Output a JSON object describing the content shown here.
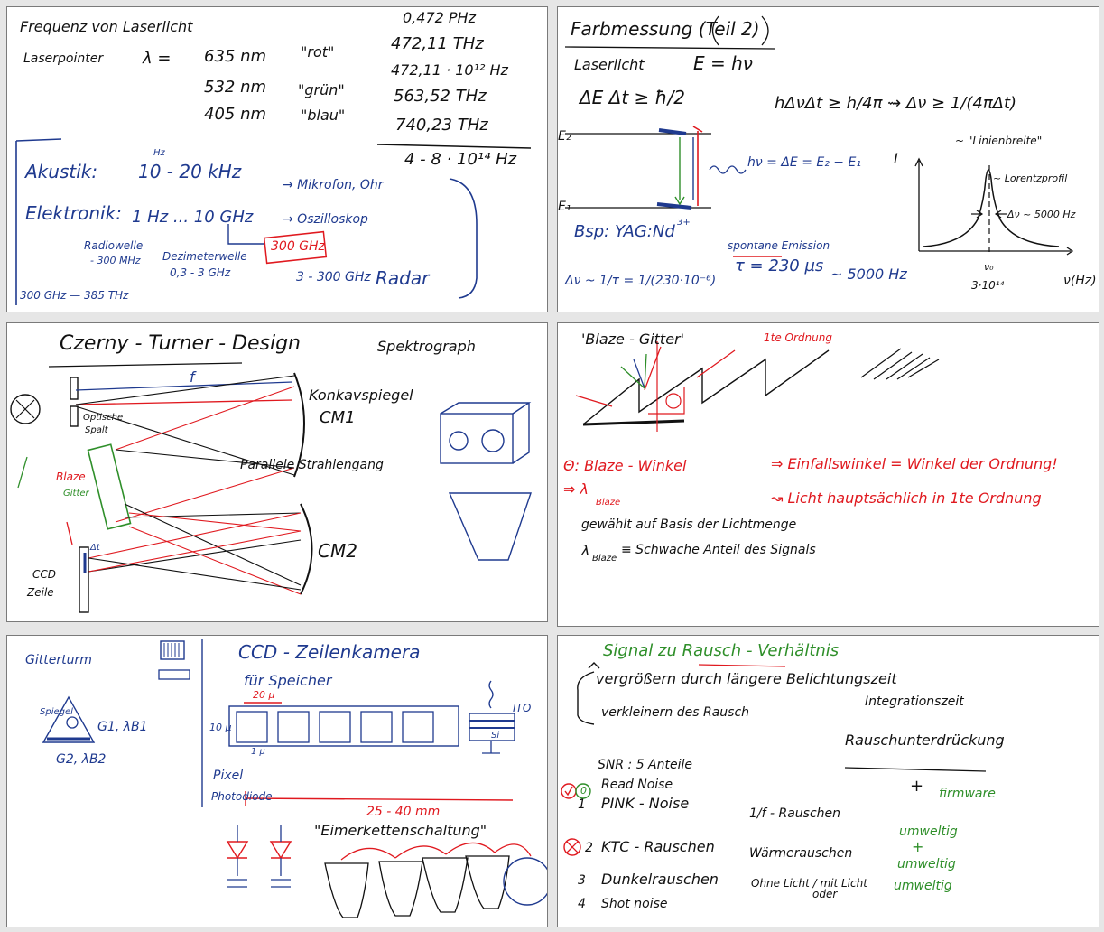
{
  "slides": {
    "s1": {
      "title": "Frequenz von Laserlicht",
      "laserpointer": "Laserpointer",
      "lambda": "λ =",
      "wl_635": "635 nm",
      "wl_532": "532 nm",
      "wl_405": "405 nm",
      "rot": "\"rot\"",
      "gruen": "\"grün\"",
      "blau": "\"blau\"",
      "f1": "0,472 PHz",
      "f2": "472,11 THz",
      "f3": "472,11 · 10¹² Hz",
      "f4": "563,52 THz",
      "f5": "740,23 THz",
      "f_range": "4 - 8 · 10¹⁴ Hz",
      "akustik": "Akustik:",
      "akustik_hz": "Hz",
      "akustik_range": "10 - 20 kHz",
      "akustik_dev": "→ Mikrofon, Ohr",
      "elektronik": "Elektronik:",
      "elektronik_range": "1 Hz ... 10 GHz",
      "elektronik_dev": "→ Oszilloskop",
      "ghz300": "300 GHz",
      "radiowelle": "Radiowelle",
      "radiowelle_range": "- 300 MHz",
      "dezimeter": "Dezimeterwelle",
      "dezimeter_range": "0,3 - 3 GHz",
      "radar_range": "3 - 300 GHz",
      "radar": "Radar",
      "bottom_range": "300 GHz — 385 THz"
    },
    "s2": {
      "title": "Farbmessung (Teil 2)",
      "laserlicht": "Laserlicht",
      "e_hv": "E = hν",
      "uncertainty": "ΔE Δt ≥ ħ/2",
      "uncertainty2": "hΔνΔt ≥ h/4π  ⇝ Δν ≥ 1/(4πΔt)",
      "linienbreite": "~ \"Linienbreite\"",
      "e2": "E₂",
      "e1": "E₁",
      "hv_eq": "hν = ΔE = E₂ − E₁",
      "axis_i": "I",
      "lorentz": "~ Lorentzprofil",
      "dv_5000": "Δν ~ 5000 Hz",
      "bsp": "Bsp: YAG:Nd",
      "bsp_sup": "3+",
      "spontane": "spontane Emission",
      "tau": "τ = 230 µs",
      "approx5000": "~ 5000 Hz",
      "dv_formula": "Δν ~ 1/τ = 1/(230·10⁻⁶)",
      "nu0": "ν₀",
      "x_tick": "3·10¹⁴",
      "x_axis": "ν(Hz)"
    },
    "s3": {
      "title": "Czerny - Turner - Design",
      "spektrograph": "Spektrograph",
      "f_label": "f",
      "konkav": "Konkavspiegel",
      "cm1": "CM1",
      "optische": "Optische",
      "spalt": "Spalt",
      "parallele": "Parallele Strahlengang",
      "blaze": "Blaze",
      "gitter": "Gitter",
      "cm2": "CM2",
      "ccd": "CCD",
      "zeile": "Zeile",
      "dt": "Δt"
    },
    "s4": {
      "title": "'Blaze - Gitter'",
      "first_order": "1te Ordnung",
      "theta_def": "Θ: Blaze - Winkel",
      "arrow1": "⇒ Einfallswinkel = Winkel der Ordnung!",
      "lambda_blaze": "⇒ λ",
      "blaze_sub": "Blaze",
      "arrow2": "↝ Licht hauptsächlich in 1te Ordnung",
      "gewaehlt": "gewählt auf Basis der Lichtmenge",
      "lambda2": "λ",
      "lambda2_sub": "Blaze",
      "schwache": "≡ Schwache Anteil des Signals"
    },
    "s5": {
      "gitterturm": "Gitterturm",
      "spiegel": "Spiegel",
      "g1": "G1, λB1",
      "g2": "G2, λB2",
      "title": "CCD - Zeilenkamera",
      "ohne_speicher": "für Speicher",
      "width": "20 µ",
      "height": "10 µ",
      "small": "1 µ",
      "ito": "ITO",
      "si": "Si",
      "pixel": "Pixel",
      "photodiode": "Photodiode",
      "range": "25 - 40 mm",
      "eimer": "\"Eimerkettenschaltung\""
    },
    "s6": {
      "title": "Signal zu Rausch - Verhältnis",
      "vergroessern": "vergrößern durch längere Belichtungszeit",
      "integration": "Integrationszeit",
      "verkleinern": "verkleinern des Rausch",
      "unterdrueckung": "Rauschunterdrückung",
      "snr": "SNR : 5 Anteile",
      "plus": "+",
      "firmware": "firmware",
      "n0": "0",
      "read": "Read Noise",
      "n1": "1",
      "pink": "PINK - Noise",
      "pink_desc": "1/f - Rauschen",
      "umwelt1": "umweltig",
      "plus2": "+",
      "n2": "2",
      "ktc": "KTC - Rauschen",
      "ktc_desc": "Wärmerauschen",
      "umwelt2": "umweltig",
      "umwelt3": "umweltig",
      "n3": "3",
      "dunkel": "Dunkelrauschen",
      "dunkel_desc": "Ohne Licht / mit Licht",
      "dunkel_desc2": "oder",
      "n4": "4",
      "shot": "Shot noise"
    }
  }
}
